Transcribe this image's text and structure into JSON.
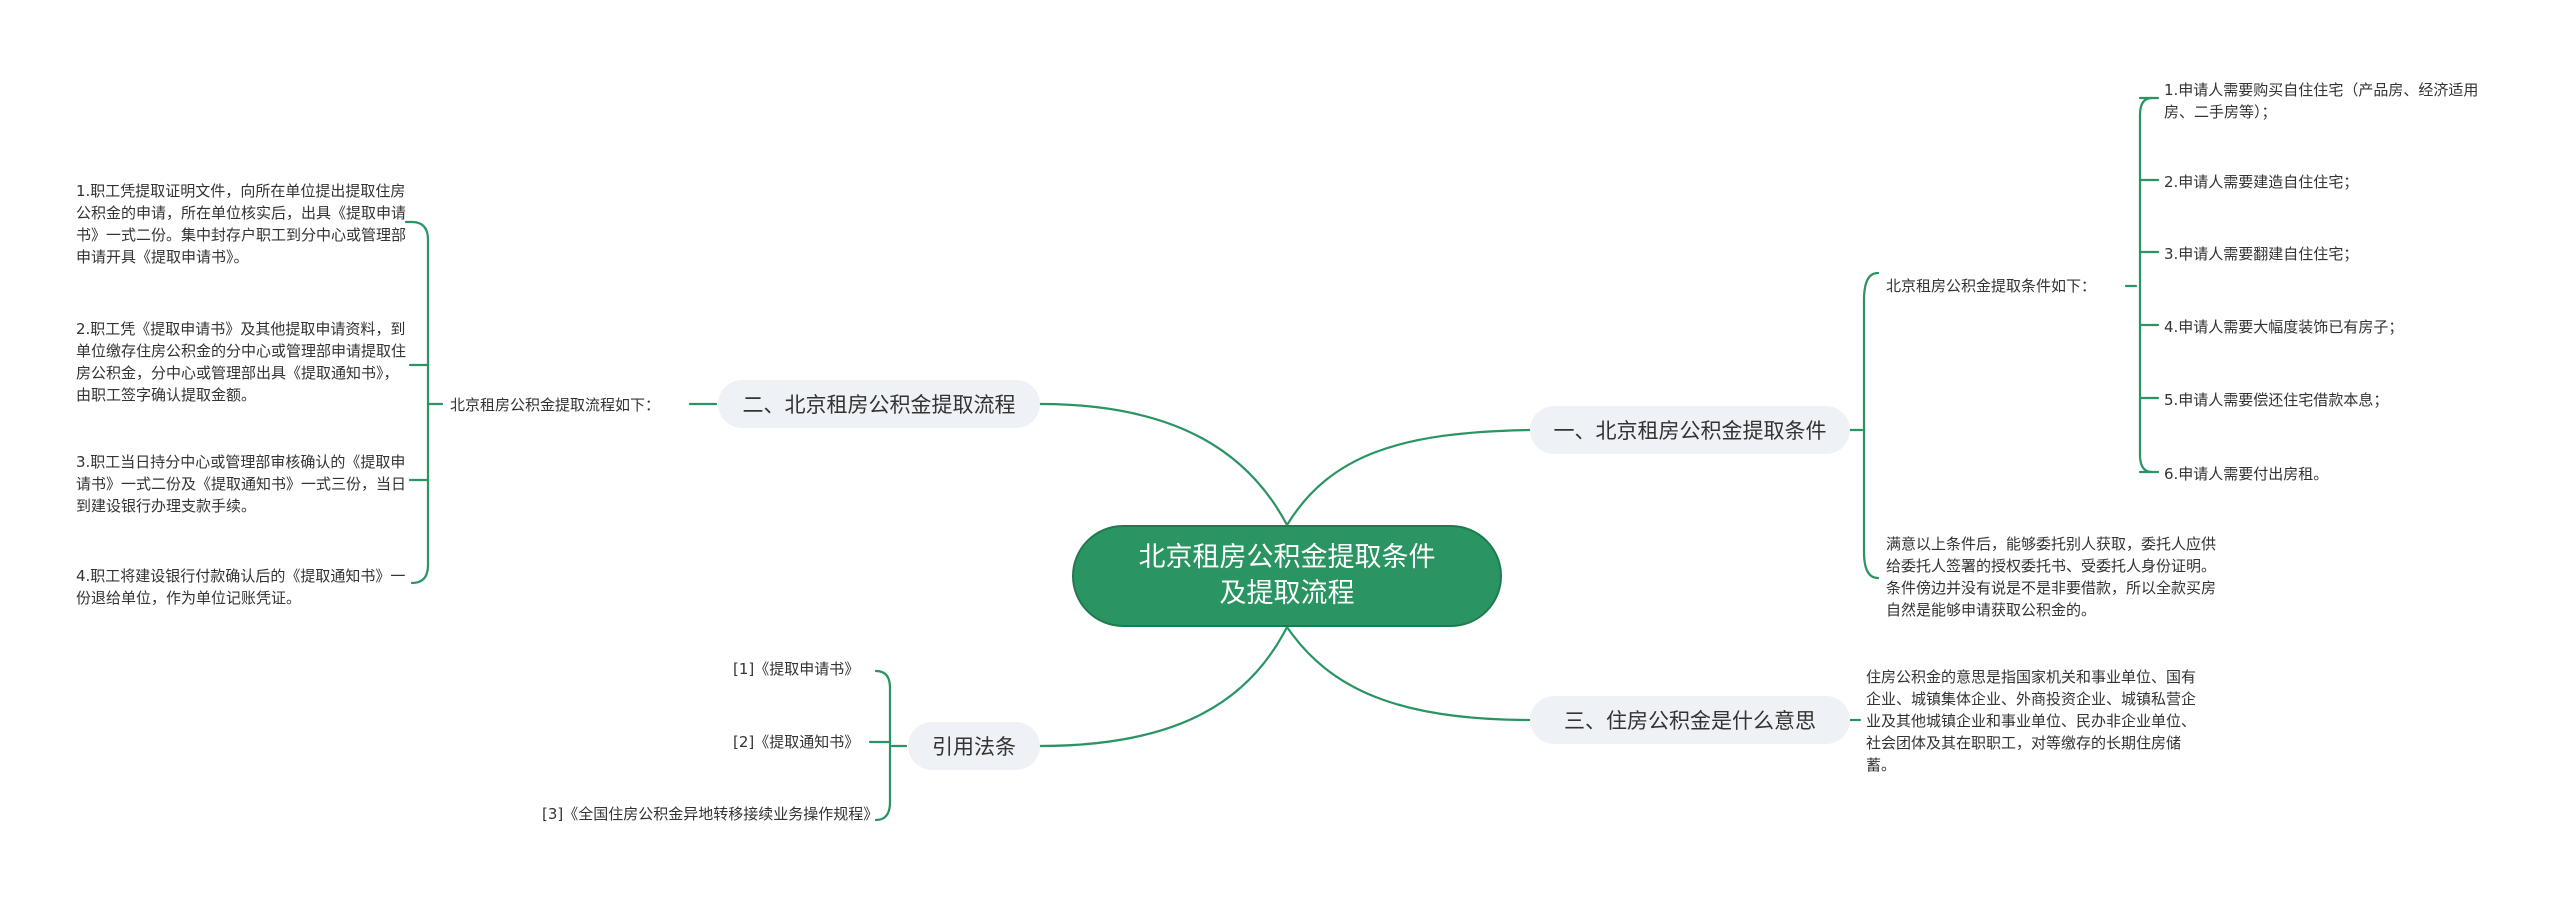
{
  "root": {
    "line1": "北京租房公积金提取条件",
    "line2": "及提取流程"
  },
  "branches": {
    "conditions": {
      "label": "一、北京租房公积金提取条件",
      "intro": "北京租房公积金提取条件如下：",
      "items": [
        "1.申请人需要购买自住住宅（产品房、经济适用房、二手房等）；",
        "2.申请人需要建造自住住宅；",
        "3.申请人需要翻建自住住宅；",
        "4.申请人需要大幅度装饰已有房子；",
        "5.申请人需要偿还住宅借款本息；",
        "6.申请人需要付出房租。"
      ],
      "note": "满意以上条件后，能够委托别人获取，委托人应供给委托人签署的授权委托书、受委托人身份证明。条件傍边并没有说是不是非要借款，所以全款买房自然是能够申请获取公积金的。"
    },
    "process": {
      "label": "二、北京租房公积金提取流程",
      "intro": "北京租房公积金提取流程如下：",
      "items": [
        "1.职工凭提取证明文件，向所在单位提出提取住房公积金的申请，所在单位核实后，出具《提取申请书》一式二份。集中封存户职工到分中心或管理部申请开具《提取申请书》。",
        "2.职工凭《提取申请书》及其他提取申请资料，到单位缴存住房公积金的分中心或管理部申请提取住房公积金，分中心或管理部出具《提取通知书》，由职工签字确认提取金额。",
        "3.职工当日持分中心或管理部审核确认的《提取申请书》一式二份及《提取通知书》一式三份，当日到建设银行办理支款手续。",
        "4.职工将建设银行付款确认后的《提取通知书》一份退给单位，作为单位记账凭证。"
      ]
    },
    "meaning": {
      "label": "三、住房公积金是什么意思",
      "text": "住房公积金的意思是指国家机关和事业单位、国有企业、城镇集体企业、外商投资企业、城镇私营企业及其他城镇企业和事业单位、民办非企业单位、社会团体及其在职职工，对等缴存的长期住房储蓄。"
    },
    "laws": {
      "label": "引用法条",
      "items": [
        "[1]《提取申请书》",
        "[2]《提取通知书》",
        "[3]《全国住房公积金异地转移接续业务操作规程》"
      ]
    }
  },
  "colors": {
    "root_fill": "#2a9462",
    "link": "#2a9462",
    "branch_fill": "#eef1f5"
  }
}
